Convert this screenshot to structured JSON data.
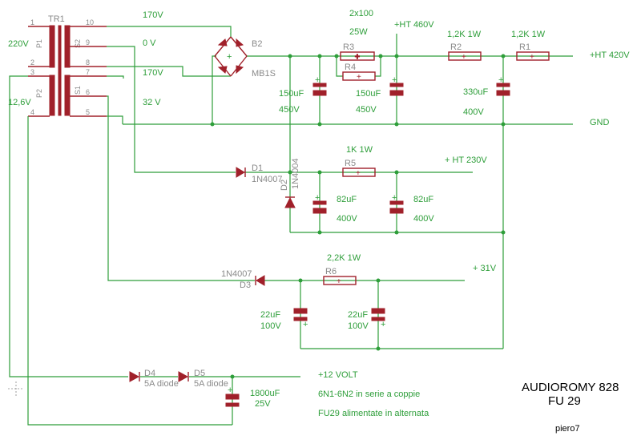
{
  "transformer": {
    "name": "TR1",
    "pins": {
      "p1": "1",
      "p2": "2",
      "p3": "3",
      "p4": "4",
      "p5": "5",
      "p6": "6",
      "p7": "7",
      "p8": "8",
      "p9": "9",
      "p10": "10"
    },
    "windings": {
      "p1": "P1",
      "p2": "P2",
      "s1": "S1",
      "s2": "S2"
    },
    "voltages": {
      "v220": "220V",
      "v12_6": "12,6V",
      "v170a": "170V",
      "v0": "0 V",
      "v170b": "170V",
      "v32": "32 V"
    }
  },
  "bridge": {
    "name": "B2",
    "part": "MB1S"
  },
  "resistors": {
    "r3": {
      "name": "R3"
    },
    "r4": {
      "name": "R4"
    },
    "r34_value": "2x100",
    "r34_power": "25W",
    "r2": {
      "name": "R2",
      "value": "1,2K 1W"
    },
    "r1": {
      "name": "R1",
      "value": "1,2K 1W"
    },
    "r5": {
      "name": "R5",
      "value": "1K 1W"
    },
    "r6": {
      "name": "R6",
      "value": "2,2K 1W"
    }
  },
  "capacitors": {
    "c1": {
      "value": "150uF",
      "voltage": "450V"
    },
    "c2": {
      "value": "150uF",
      "voltage": "450V"
    },
    "c3": {
      "value": "330uF",
      "voltage": "400V"
    },
    "c4": {
      "value": "82uF",
      "voltage": "400V"
    },
    "c5": {
      "value": "82uF",
      "voltage": "400V"
    },
    "c6": {
      "value": "22uF",
      "voltage": "100V"
    },
    "c7": {
      "value": "22uF",
      "voltage": "100V"
    },
    "c8": {
      "value": "1800uF",
      "voltage": "25V"
    }
  },
  "diodes": {
    "d1": {
      "name": "D1",
      "part": "1N4007"
    },
    "d2": {
      "name": "D2",
      "part": "1N4004"
    },
    "d3": {
      "name": "D3",
      "part": "1N4007"
    },
    "d4": {
      "name": "D4",
      "part": "5A diode"
    },
    "d5": {
      "name": "D5",
      "part": "5A diode"
    }
  },
  "rails": {
    "ht460": "+HT 460V",
    "ht420": "+HT 420V",
    "gnd": "GND",
    "ht230": "+ HT 230V",
    "v31": "+ 31V",
    "v12": "+12 VOLT"
  },
  "notes": {
    "note1": "6N1-6N2 in serie a coppie",
    "note2": "FU29 alimentate in alternata"
  },
  "title": {
    "line1": "AUDIOROMY 828",
    "line2": "FU 29",
    "author": "piero7"
  }
}
